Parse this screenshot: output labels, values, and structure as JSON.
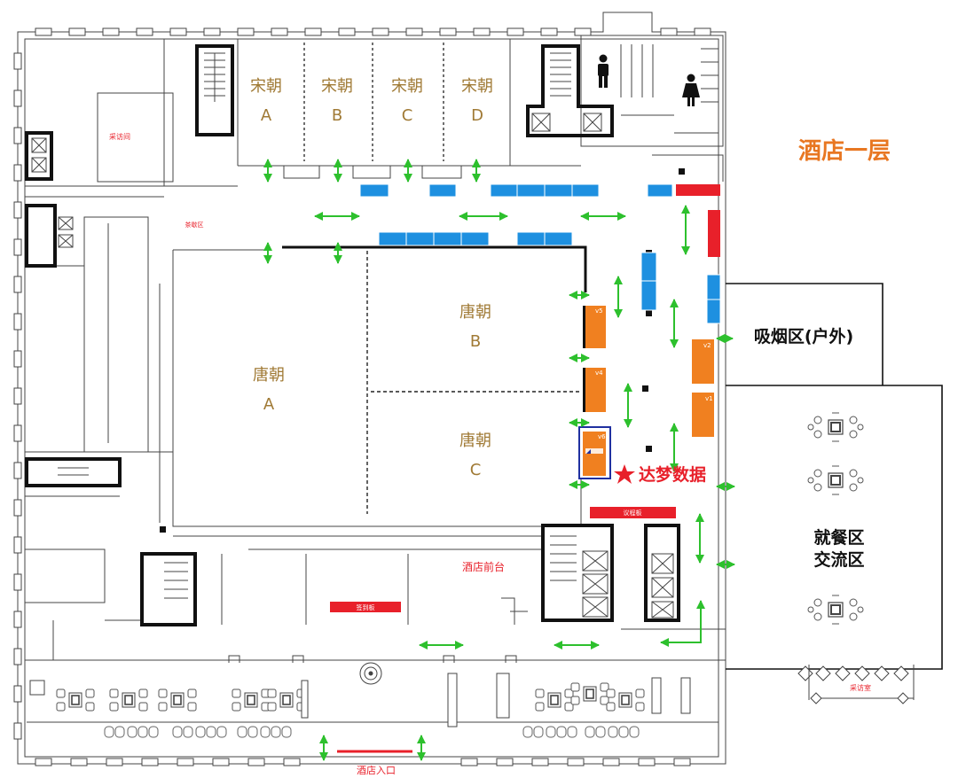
{
  "floor_title": "酒店一层",
  "rooms": {
    "song_a": {
      "name": "宋朝",
      "letter": "A"
    },
    "song_b": {
      "name": "宋朝",
      "letter": "B"
    },
    "song_c": {
      "name": "宋朝",
      "letter": "C"
    },
    "song_d": {
      "name": "宋朝",
      "letter": "D"
    },
    "tang_a": {
      "name": "唐朝",
      "letter": "A"
    },
    "tang_b": {
      "name": "唐朝",
      "letter": "B"
    },
    "tang_c": {
      "name": "唐朝",
      "letter": "C"
    }
  },
  "areas": {
    "smoking": "吸烟区(户外)",
    "dining_line1": "就餐区",
    "dining_line2": "交流区",
    "front_desk": "酒店前台",
    "entrance": "酒店入口",
    "interview_room_top": "采访间",
    "interview_room_bottom": "采访室",
    "break_area": "茶歇区"
  },
  "boards": {
    "agenda": "议程板",
    "signin": "签到板"
  },
  "booths": {
    "v5": "v5",
    "v4": "v4",
    "v6": "v6",
    "v2": "v2",
    "v1": "v1"
  },
  "highlight": {
    "label": "达梦数据",
    "icon": "star-icon"
  },
  "icons": {
    "male_restroom": "male-restroom-icon",
    "female_restroom": "female-restroom-icon"
  },
  "colors": {
    "title": "#E87722",
    "room_label": "#A07A35",
    "booth_orange": "#F08020",
    "booth_blue": "#1E90E0",
    "walkway_arrow": "#2DC02D",
    "board_red": "#E8202A",
    "highlight_frame": "#2030A0"
  }
}
